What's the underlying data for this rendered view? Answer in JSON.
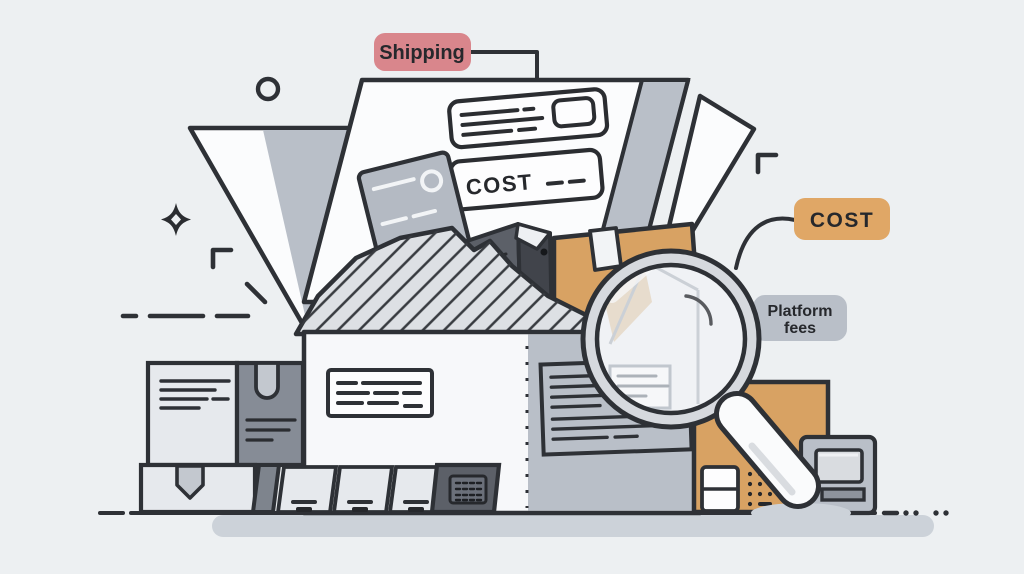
{
  "scene": {
    "background": "#edf0f2",
    "outline": "#2e3136",
    "cardboard_color": "#d8a263",
    "shadow_color": "#ccd2d9"
  },
  "callouts": {
    "shipping": {
      "label": "Shipping",
      "bg": "#d9868c"
    },
    "cost": {
      "label": "COST",
      "bg": "#e0a766"
    },
    "platform_fees": {
      "lines": [
        "Platform",
        "fees"
      ],
      "bg": "#b9bfc8"
    }
  },
  "paper": {
    "cost_line": "COST"
  }
}
